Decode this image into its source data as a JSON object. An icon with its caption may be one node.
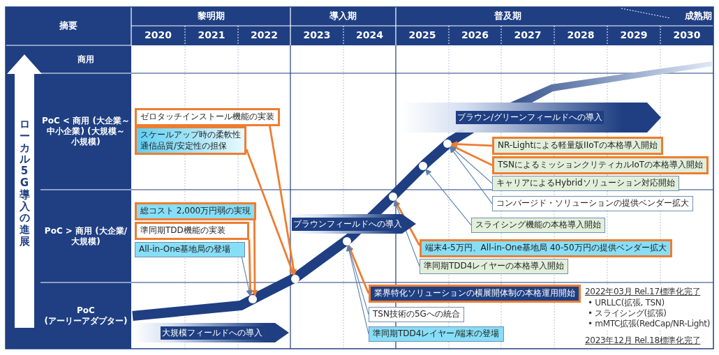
{
  "diagram": {
    "nodes": [
      {
        "text": [
          "ローカル5G導入の進展"
        ]
      },
      {
        "text": [
          "ゼロタッチインストール機能の実装"
        ]
      },
      {
        "text": [
          "スケールアップ時の柔軟性通信品質/安定性の担保"
        ]
      },
      {
        "text": [
          "ブラウン/グリーンフィールドへの導入"
        ]
      },
      {
        "text": [
          "総コスト 2,000万円弱の実現"
        ]
      },
      {
        "text": [
          "準同期TDD機能の実装"
        ]
      },
      {
        "text": [
          "All-in-One基地局の登場"
        ]
      },
      {
        "text": [
          "ブラウンフィールドへの導入"
        ]
      },
      {
        "text": [
          "NR-Lightによる軽量版IIoTの本格導入開始"
        ]
      },
      {
        "text": [
          "TSNによるミッションクリティカルIoTの本格導入開始"
        ]
      },
      {
        "text": [
          "キャリアによるHybridソリューション対応開始"
        ]
      },
      {
        "text": [
          "コンバージド・ソリューションの提供ベンダー拡大"
        ]
      },
      {
        "text": [
          "スライシング機能の本格導入開始"
        ]
      },
      {
        "text": [
          "端末4-5万円、All-in-One基地局  40-50万円の提供ベンダー拡大"
        ]
      },
      {
        "text": [
          "準同期TDD4レイヤーの本格導入開始"
        ]
      },
      {
        "text": [
          "業界特化ソリューションの横展開体制の本格運用開始"
        ]
      },
      {
        "text": [
          "TSN技術の5Gへの統合"
        ]
      },
      {
        "text": [
          "準同期TDD4レイヤー/端末の登場"
        ]
      },
      {
        "text": [
          "大規模フィールドへの導入"
        ]
      },
      {
        "text": [],
        "shape": "circle"
      },
      {
        "text": [],
        "shape": "circle"
      },
      {
        "text": [],
        "shape": "circle"
      },
      {
        "text": [],
        "shape": "circle"
      },
      {
        "text": [],
        "shape": "circle"
      },
      {
        "text": [],
        "shape": "circle"
      }
    ],
    "edges": [
      {
        "from": 1,
        "to": 20,
        "arrow": "to"
      },
      {
        "from": 2,
        "to": 20,
        "arrow": "to"
      },
      {
        "from": 4,
        "to": 19,
        "arrow": "to"
      },
      {
        "from": 5,
        "to": 19,
        "arrow": "to"
      },
      {
        "from": 6,
        "to": 19,
        "arrow": "to",
        "color": "#5a7fae"
      },
      {
        "from": 8,
        "to": 24,
        "arrow": "to"
      },
      {
        "from": 9,
        "to": 24,
        "arrow": "to"
      },
      {
        "from": 10,
        "to": 24,
        "arrow": "to",
        "color": "#5a7fae"
      },
      {
        "from": 11,
        "to": 24,
        "arrow": "to",
        "color": "#5a7fae"
      },
      {
        "from": 12,
        "to": 23,
        "arrow": "to",
        "color": "#5a7fae"
      },
      {
        "from": 13,
        "to": 22,
        "arrow": "to"
      },
      {
        "from": 14,
        "to": 22,
        "arrow": "to",
        "color": "#5a7fae"
      },
      {
        "from": 15,
        "to": 21,
        "arrow": "to"
      },
      {
        "from": 16,
        "to": 21,
        "arrow": "to",
        "color": "#5a7fae"
      },
      {
        "from": 17,
        "to": 21,
        "arrow": "to",
        "color": "#5a7fae"
      }
    ],
    "labels": [
      "摘要",
      "黎明期",
      "導入期",
      "普及期",
      "成熟期",
      "2020",
      "2021",
      "2022",
      "2023",
      "2024",
      "2025",
      "2026",
      "2027",
      "2028",
      "2029",
      "2030",
      "商用",
      "PoC < 商用 (大企業～中小企業) (大規模～小規模)",
      "PoC > 商用 (大企業/大規模)",
      "PoC (アーリーアダプター)",
      "2022年03月  Rel.17標準化完了",
      "• URLLC(拡張, TSN)",
      "• スライシング(拡張)",
      "• mMTC拡張(RedCap/NR-Light)",
      "2023年12月  Rel.18標準化完了"
    ]
  }
}
